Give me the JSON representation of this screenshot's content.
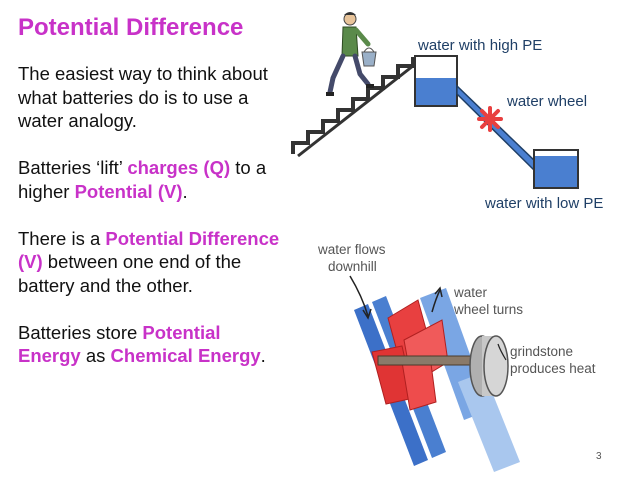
{
  "slide": {
    "title": "Potential Difference",
    "page_number": "3"
  },
  "text": {
    "p1": "The easiest way to think about what batteries do is to use a water analogy.",
    "p2_a": "Batteries ‘lift’ ",
    "p2_b": "charges (Q)",
    "p2_c": " to a higher ",
    "p2_d": "Potential (V)",
    "p2_e": ".",
    "p3_a": "There is a ",
    "p3_b": "Potential Difference (V)",
    "p3_c": " between one end of the battery and the other.",
    "p4_a": "Batteries store ",
    "p4_b": "Potential Energy",
    "p4_c": " as ",
    "p4_d": "Chemical Energy",
    "p4_e": "."
  },
  "figure_top": {
    "label_high": "water with high PE",
    "label_wheel": "water wheel",
    "label_low": "water with low PE"
  },
  "figure_bottom": {
    "label_flows_1": "water flows",
    "label_flows_2": "downhill",
    "label_turns_1": "water",
    "label_turns_2": "wheel turns",
    "label_grind_1": "grindstone",
    "label_grind_2": "produces heat"
  },
  "colors": {
    "accent": "#c832c8",
    "water": "#4a7fd0",
    "wheel": "#e84040"
  }
}
